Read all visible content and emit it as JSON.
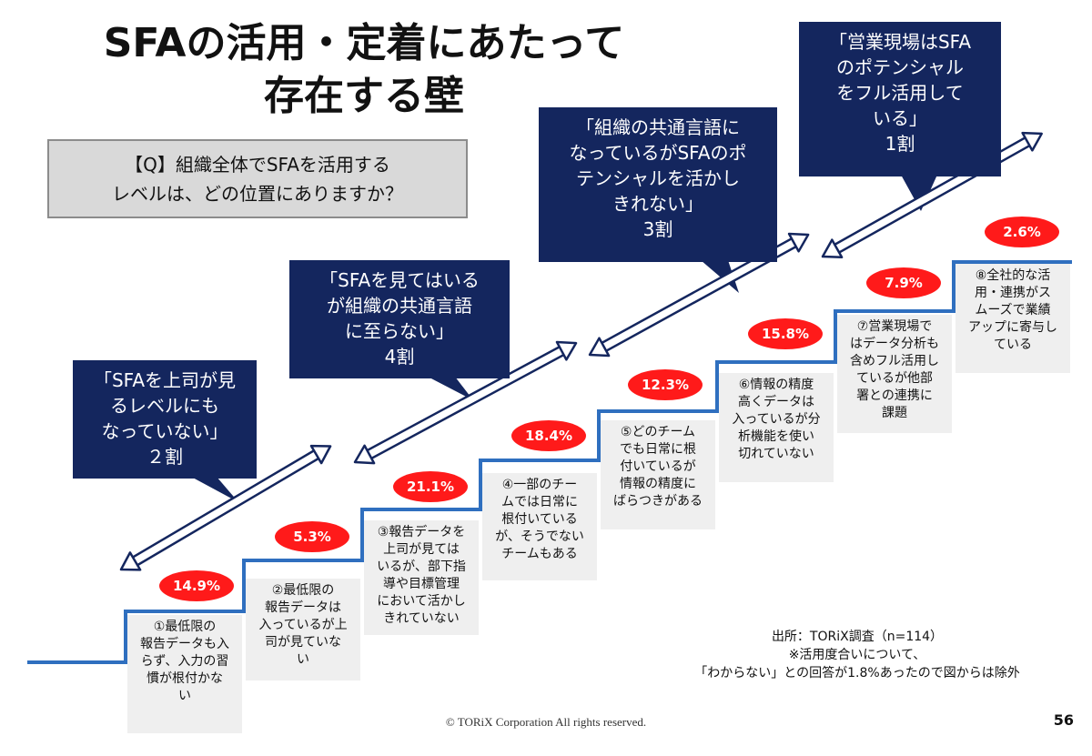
{
  "title": {
    "line1": "SFAの活用・定着にあたって",
    "line2": "存在する壁"
  },
  "question": {
    "line1": "【Q】組織全体でSFAを活用する",
    "line2": "レベルは、どの位置にありますか？"
  },
  "bubbles": [
    {
      "lines": [
        "「SFAを上司が見",
        "るレベルにも",
        "なっていない」",
        "２割"
      ]
    },
    {
      "lines": [
        "「SFAを見てはいる",
        "が組織の共通言語",
        "に至らない」",
        "4割"
      ]
    },
    {
      "lines": [
        "「組織の共通言語に",
        "なっているがSFAのポ",
        "テンシャルを活かし",
        "きれない」",
        "3割"
      ]
    },
    {
      "lines": [
        "「営業現場はSFA",
        "のポテンシャル",
        "をフル活用して",
        "いる」",
        "1割"
      ]
    }
  ],
  "steps": [
    {
      "percent": "14.9%",
      "lines": [
        "①最低限の",
        "報告データも入",
        "らず、入力の習",
        "慣が根付かな",
        "い"
      ]
    },
    {
      "percent": "5.3%",
      "lines": [
        "②最低限の",
        "報告データは",
        "入っているが上",
        "司が見ていな",
        "い"
      ]
    },
    {
      "percent": "21.1%",
      "lines": [
        "③報告データを",
        "上司が見ては",
        "いるが、部下指",
        "導や目標管理",
        "において活かし",
        "きれていない"
      ]
    },
    {
      "percent": "18.4%",
      "lines": [
        "④一部のチー",
        "ムでは日常に",
        "根付いている",
        "が、そうでない",
        "チームもある"
      ]
    },
    {
      "percent": "12.3%",
      "lines": [
        "⑤どのチーム",
        "でも日常に根",
        "付いているが",
        "情報の精度に",
        "ばらつきがある"
      ]
    },
    {
      "percent": "15.8%",
      "lines": [
        "⑥情報の精度",
        "高くデータは",
        "入っているが分",
        "析機能を使い",
        "切れていない"
      ]
    },
    {
      "percent": "7.9%",
      "lines": [
        "⑦営業現場で",
        "はデータ分析も",
        "含めフル活用し",
        "ているが他部",
        "署との連携に",
        "課題"
      ]
    },
    {
      "percent": "2.6%",
      "lines": [
        "⑧全社的な活",
        "用・連携がス",
        "ムーズで業績",
        "アップに寄与し",
        "ている"
      ]
    }
  ],
  "source": {
    "line1": "出所：TORiX調査（n=114）",
    "line2": "※活用度合いについて、",
    "line3": "「わからない」との回答が1.8%あったので図からは除外"
  },
  "footer": {
    "copyright": "© TORiX Corporation All rights reserved.",
    "page_number": "56"
  },
  "colors": {
    "bubble_bg": "#14265e",
    "percent_badge": "#ff1a1a",
    "stair_line": "#2f6fbf",
    "step_box": "#efefef",
    "question_box": "#d9d9d9"
  }
}
